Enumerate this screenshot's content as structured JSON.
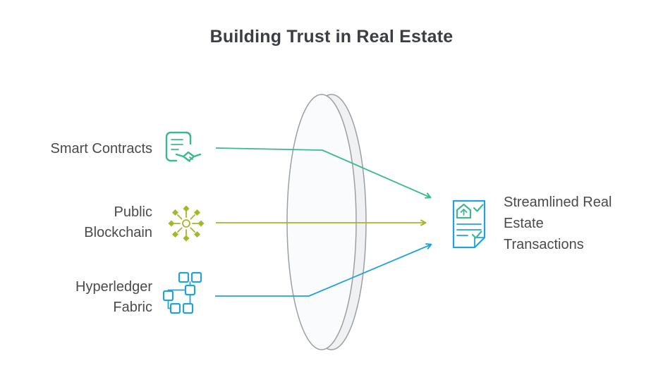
{
  "title": "Building Trust in Real Estate",
  "inputs": [
    {
      "label": "Smart Contracts",
      "icon": "smart-contract-icon",
      "color": "#3cb98f"
    },
    {
      "label": "Public\nBlockchain",
      "icon": "public-blockchain-icon",
      "color": "#a6b629"
    },
    {
      "label": "Hyperledger\nFabric",
      "icon": "hyperledger-fabric-icon",
      "color": "#22a2d8"
    }
  ],
  "output": {
    "label": "Streamlined Real\nEstate\nTransactions",
    "icon": "document-check-icon"
  },
  "colors": {
    "green": "#3cb98f",
    "olive": "#a6b629",
    "blue": "#22a2d8",
    "text": "#4a4a4a",
    "title": "#3b3e42",
    "lens-stroke": "#9aa0a6",
    "lens-fill": "#fafbfc",
    "lens-back": "#eff1f2"
  }
}
